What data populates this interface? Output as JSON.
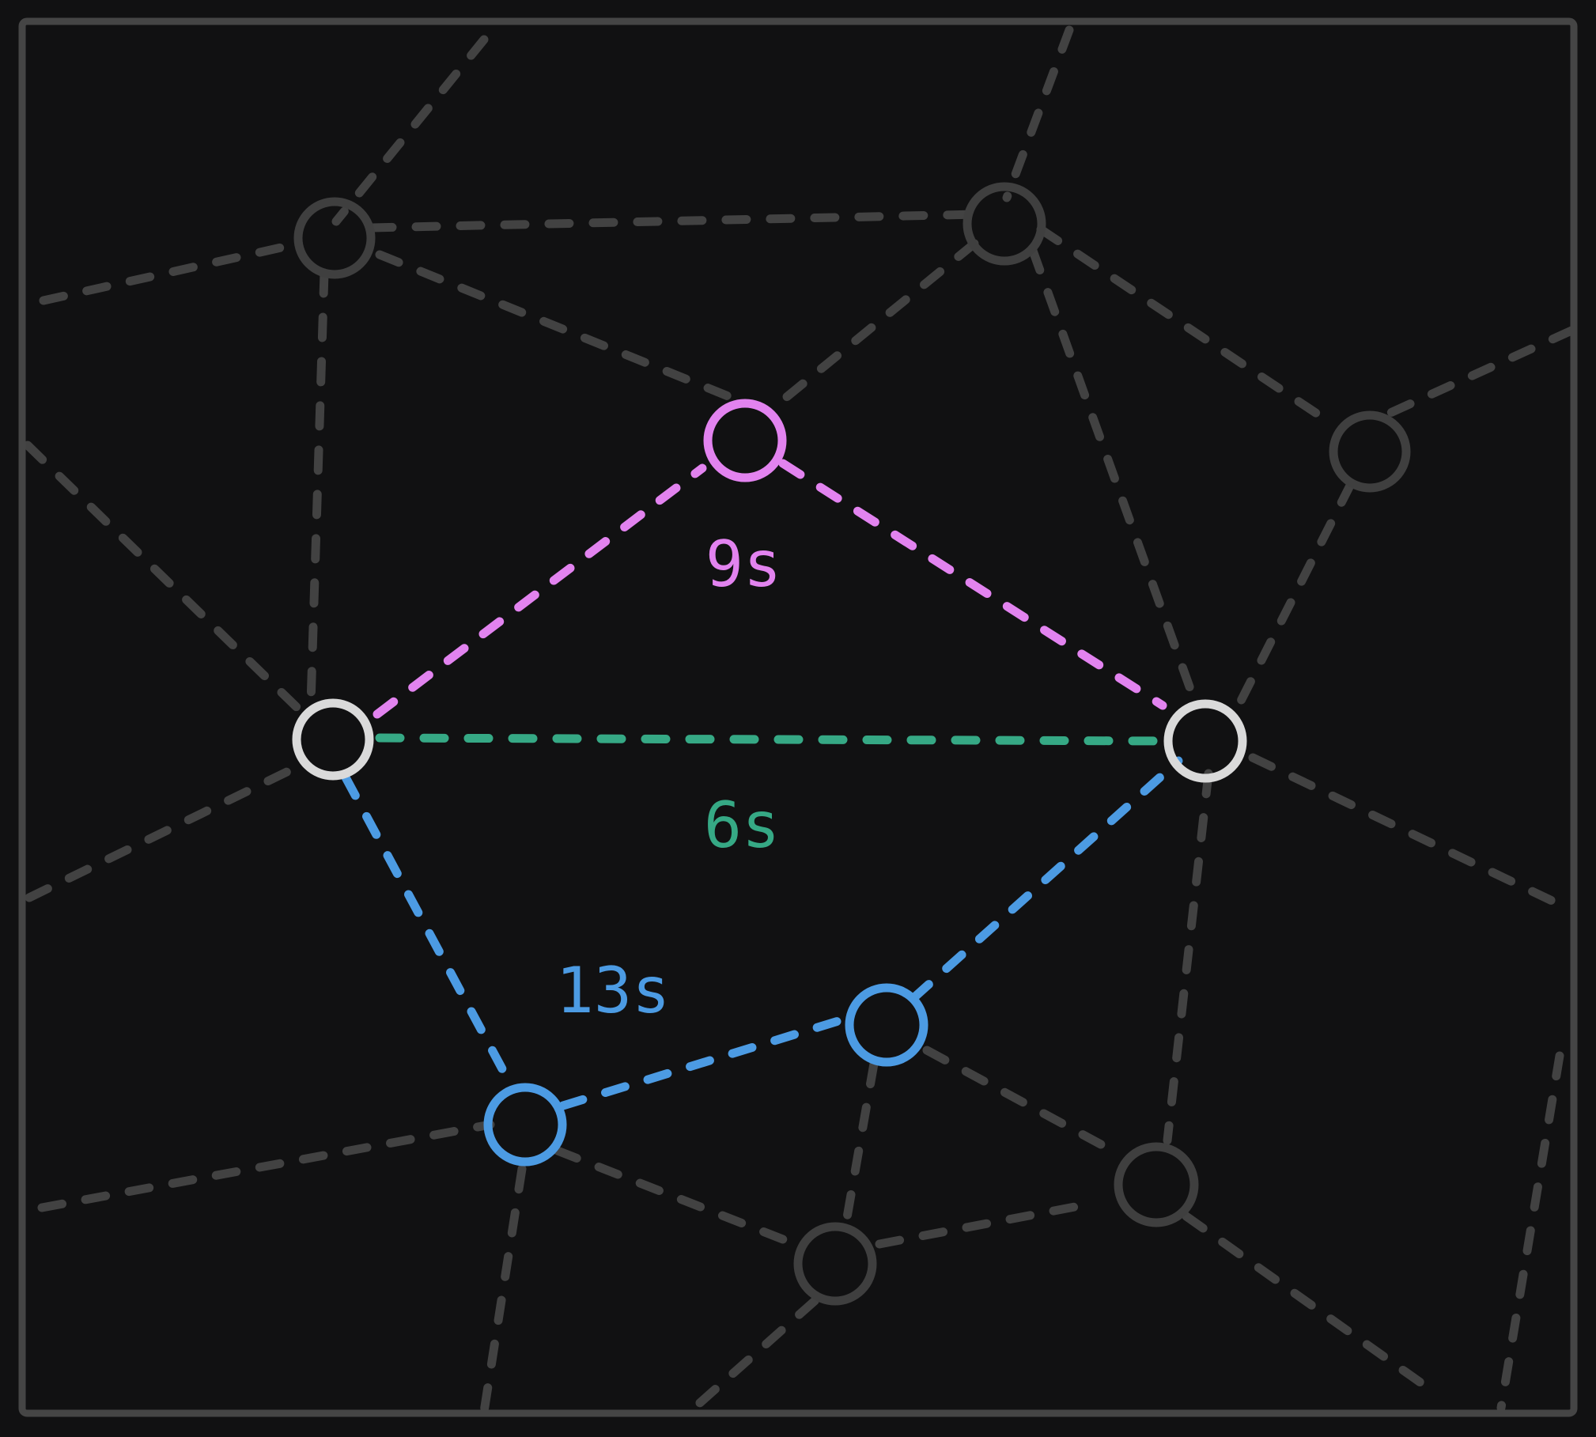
{
  "colors": {
    "background": "#111112",
    "frame": "#454545",
    "mesh_edge": "#424242",
    "mesh_node": "#3f3f3f",
    "endpoint_node": "#dadada",
    "route_pink": "#e283ef",
    "route_green": "#36a985",
    "route_blue": "#4c9be3"
  },
  "routes": {
    "pink": {
      "label": "9s"
    },
    "green": {
      "label": "6s"
    },
    "blue": {
      "label": "13s"
    }
  }
}
